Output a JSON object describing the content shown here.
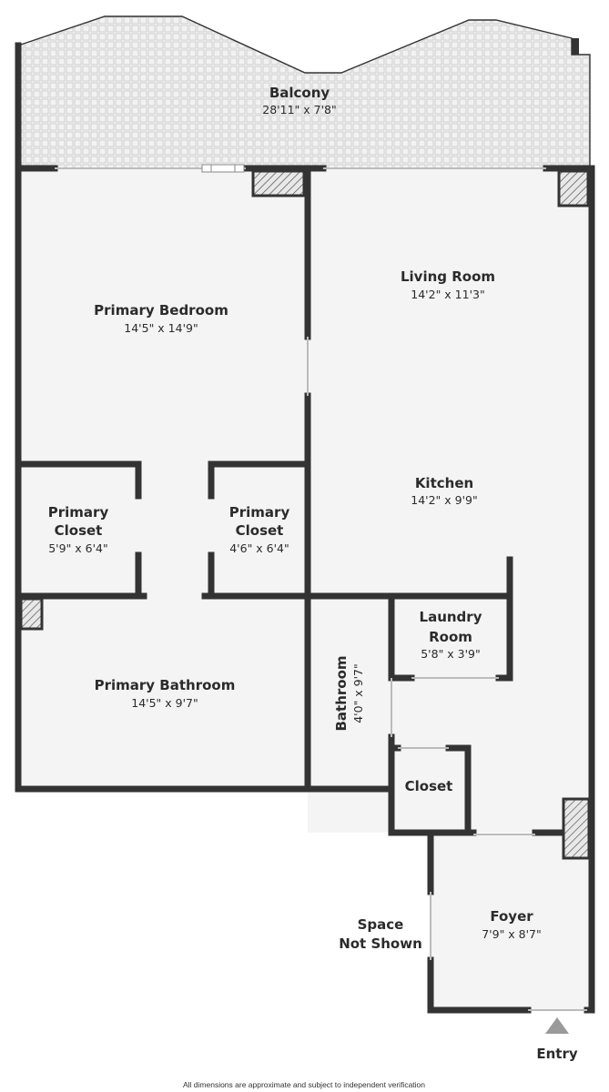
{
  "rooms": {
    "balcony": {
      "name": "Balcony",
      "dims": "28'11\" x 7'8\""
    },
    "primary_bedroom": {
      "name": "Primary Bedroom",
      "dims": "14'5\" x 14'9\""
    },
    "living_room": {
      "name": "Living Room",
      "dims": "14'2\" x 11'3\""
    },
    "kitchen": {
      "name": "Kitchen",
      "dims": "14'2\" x 9'9\""
    },
    "primary_closet_left": {
      "name_line1": "Primary",
      "name_line2": "Closet",
      "dims": "5'9\" x 6'4\""
    },
    "primary_closet_right": {
      "name_line1": "Primary",
      "name_line2": "Closet",
      "dims": "4'6\" x 6'4\""
    },
    "primary_bathroom": {
      "name": "Primary Bathroom",
      "dims": "14'5\" x 9'7\""
    },
    "laundry_room": {
      "name_line1": "Laundry",
      "name_line2": "Room",
      "dims": "5'8\" x 3'9\""
    },
    "bathroom": {
      "name": "Bathroom",
      "dims": "4'0\" x 9'7\""
    },
    "closet": {
      "name": "Closet"
    },
    "foyer": {
      "name": "Foyer",
      "dims": "7'9\" x 8'7\""
    },
    "space_not_shown": {
      "line1": "Space",
      "line2": "Not Shown"
    }
  },
  "entry_label": "Entry",
  "disclaimer": "All dimensions are approximate and subject to independent verification",
  "colors": {
    "wall": "#333333",
    "floor": "#f4f4f4",
    "balcony_floor": "#f0f0f0",
    "balcony_tile": "#d4d4d4",
    "hatch": "#555555",
    "entry_arrow": "#9a9a9a"
  }
}
